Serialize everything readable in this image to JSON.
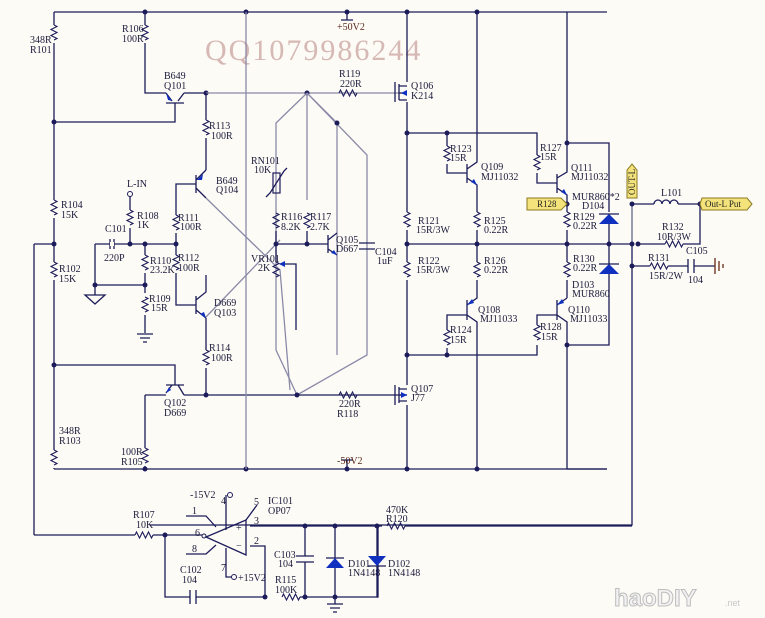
{
  "watermark": "QQ1079986244",
  "site_watermark": "haoDIY",
  "site_suffix": ".net",
  "power": {
    "vplus": "+50V2",
    "vminus": "-50V2",
    "op_neg": "-15V2",
    "op_pos": "+15V2"
  },
  "ports": {
    "in": "L-IN",
    "out_l": "OUT-L",
    "out_put": "Out-L Put",
    "r128_tag": "R128"
  },
  "components": {
    "R101": {
      "ref": "R101",
      "val": "348R"
    },
    "R102": {
      "ref": "R102",
      "val": "15K"
    },
    "R103": {
      "ref": "R103",
      "val": "348R"
    },
    "R104": {
      "ref": "R104",
      "val": "15K"
    },
    "R105": {
      "ref": "R105",
      "val": "100R"
    },
    "R106": {
      "ref": "R106",
      "val": "100R"
    },
    "R107": {
      "ref": "R107",
      "val": "10K"
    },
    "R108": {
      "ref": "R108",
      "val": "1K"
    },
    "R109": {
      "ref": "R109",
      "val": "15R"
    },
    "R110": {
      "ref": "R110",
      "val": "23.2K"
    },
    "R111": {
      "ref": "R111",
      "val": "100R"
    },
    "R112": {
      "ref": "R112",
      "val": "100R"
    },
    "R113": {
      "ref": "R113",
      "val": "100R"
    },
    "R114": {
      "ref": "R114",
      "val": "100R"
    },
    "R115": {
      "ref": "R115",
      "val": "100K"
    },
    "R116": {
      "ref": "R116",
      "val": "8.2K"
    },
    "R117": {
      "ref": "R117",
      "val": "2.7K"
    },
    "R118": {
      "ref": "R118",
      "val": "220R"
    },
    "R119": {
      "ref": "R119",
      "val": "220R"
    },
    "R120": {
      "ref": "R120",
      "val": "470K"
    },
    "R121": {
      "ref": "R121",
      "val": "15R/3W"
    },
    "R122": {
      "ref": "R122",
      "val": "15R/3W"
    },
    "R123": {
      "ref": "R123",
      "val": "15R"
    },
    "R124": {
      "ref": "R124",
      "val": "15R"
    },
    "R125": {
      "ref": "R125",
      "val": "0.22R"
    },
    "R126": {
      "ref": "R126",
      "val": "0.22R"
    },
    "R127": {
      "ref": "R127",
      "val": "15R"
    },
    "R128": {
      "ref": "R128",
      "val": "15R"
    },
    "R129": {
      "ref": "R129",
      "val": "0.22R"
    },
    "R130": {
      "ref": "R130",
      "val": "0.22R"
    },
    "R131": {
      "ref": "R131",
      "val": "15R/2W"
    },
    "R132": {
      "ref": "R132",
      "val": "10R/3W"
    },
    "RN101": {
      "ref": "RN101",
      "val": "10K"
    },
    "VR101": {
      "ref": "VR101",
      "val": "2K"
    },
    "C101": {
      "ref": "C101",
      "val": "220P"
    },
    "C102": {
      "ref": "C102",
      "val": "104"
    },
    "C103": {
      "ref": "C103",
      "val": "104"
    },
    "C104": {
      "ref": "C104",
      "val": "1uF"
    },
    "C105": {
      "ref": "C105",
      "val": "104"
    },
    "L101": {
      "ref": "L101",
      "val": ""
    },
    "Q101": {
      "ref": "Q101",
      "val": "B649"
    },
    "Q102": {
      "ref": "Q102",
      "val": "D669"
    },
    "Q103": {
      "ref": "Q103",
      "val": "D669"
    },
    "Q104": {
      "ref": "Q104",
      "val": "B649"
    },
    "Q105": {
      "ref": "Q105",
      "val": "D667"
    },
    "Q106": {
      "ref": "Q106",
      "val": "K214"
    },
    "Q107": {
      "ref": "Q107",
      "val": "J77"
    },
    "Q108": {
      "ref": "Q108",
      "val": "MJ11033"
    },
    "Q109": {
      "ref": "Q109",
      "val": "MJ11032"
    },
    "Q110": {
      "ref": "Q110",
      "val": "MJ11033"
    },
    "Q111": {
      "ref": "Q111",
      "val": "MJ11032"
    },
    "D101": {
      "ref": "D101",
      "val": "1N4148"
    },
    "D102": {
      "ref": "D102",
      "val": "1N4148"
    },
    "D103": {
      "ref": "D103",
      "val": "MUR860"
    },
    "D104": {
      "ref": "D104",
      "val": "MUR860*2"
    },
    "IC101": {
      "ref": "IC101",
      "val": "OP07"
    }
  },
  "ic_pins": {
    "p1": "1",
    "p2": "2",
    "p3": "3",
    "p4": "4",
    "p5": "5",
    "p6": "6",
    "p7": "7",
    "p8": "8",
    "plus": "+",
    "minus": "−"
  }
}
